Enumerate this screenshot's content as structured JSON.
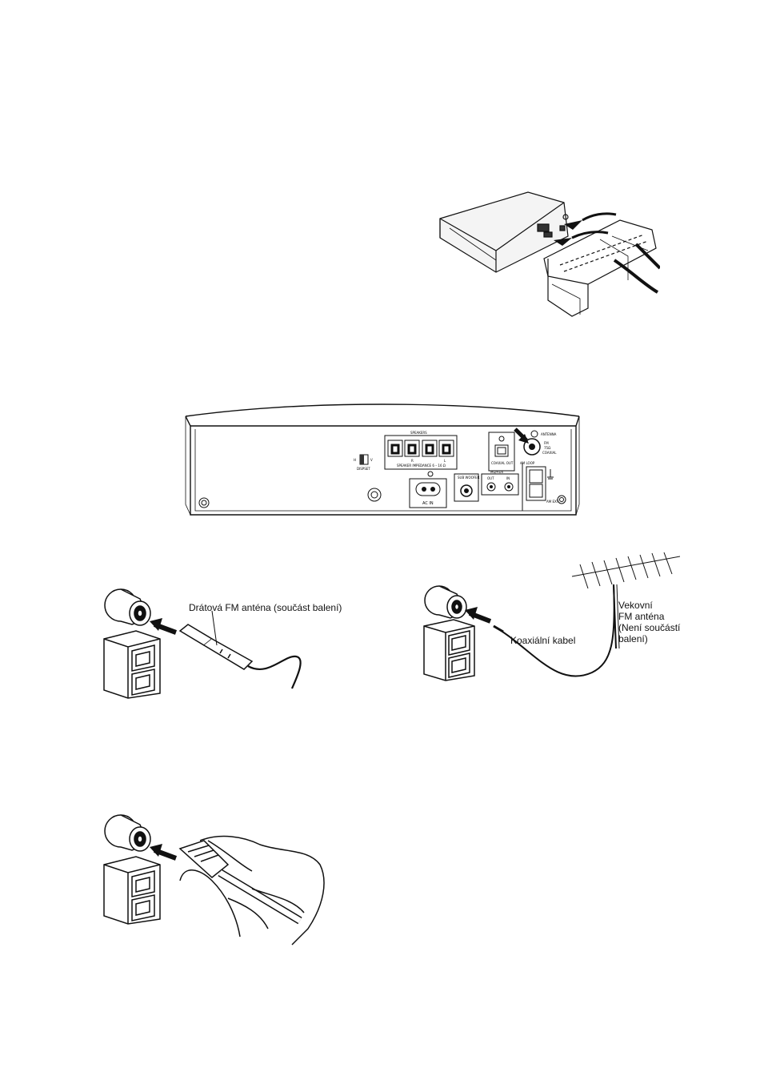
{
  "figures": {
    "unit_cover": {},
    "rear_panel": {
      "labels": {
        "speakers": "SPEAKERS",
        "impedance": "SPEAKER IMPEDANCE 6 – 16 Ω",
        "r": "R",
        "l": "L",
        "h": "H",
        "v": "V",
        "display": "DISPSET",
        "coaxial_out": "COAXIAL OUT",
        "antenna": "ANTENNA",
        "fm": "FM",
        "ohm": "75Ω",
        "coaxial": "COAXIAL",
        "am_loop": "AM LOOP",
        "sub_woofer": "SUB WOOFER",
        "md_aux": "MD/AUX",
        "out": "OUT",
        "in": "IN",
        "ac_in": "AC IN",
        "am_ext": "AM EXT"
      }
    },
    "wire_antenna": {
      "caption": "Drátová FM anténa (součást balení)"
    },
    "outdoor_antenna": {
      "cable_label": "Koaxiální kabel",
      "antenna_label_1": "Vekovní",
      "antenna_label_2": "FM anténa",
      "antenna_label_3": "(Není součástí",
      "antenna_label_4": "balení)"
    },
    "hand_plug": {}
  }
}
